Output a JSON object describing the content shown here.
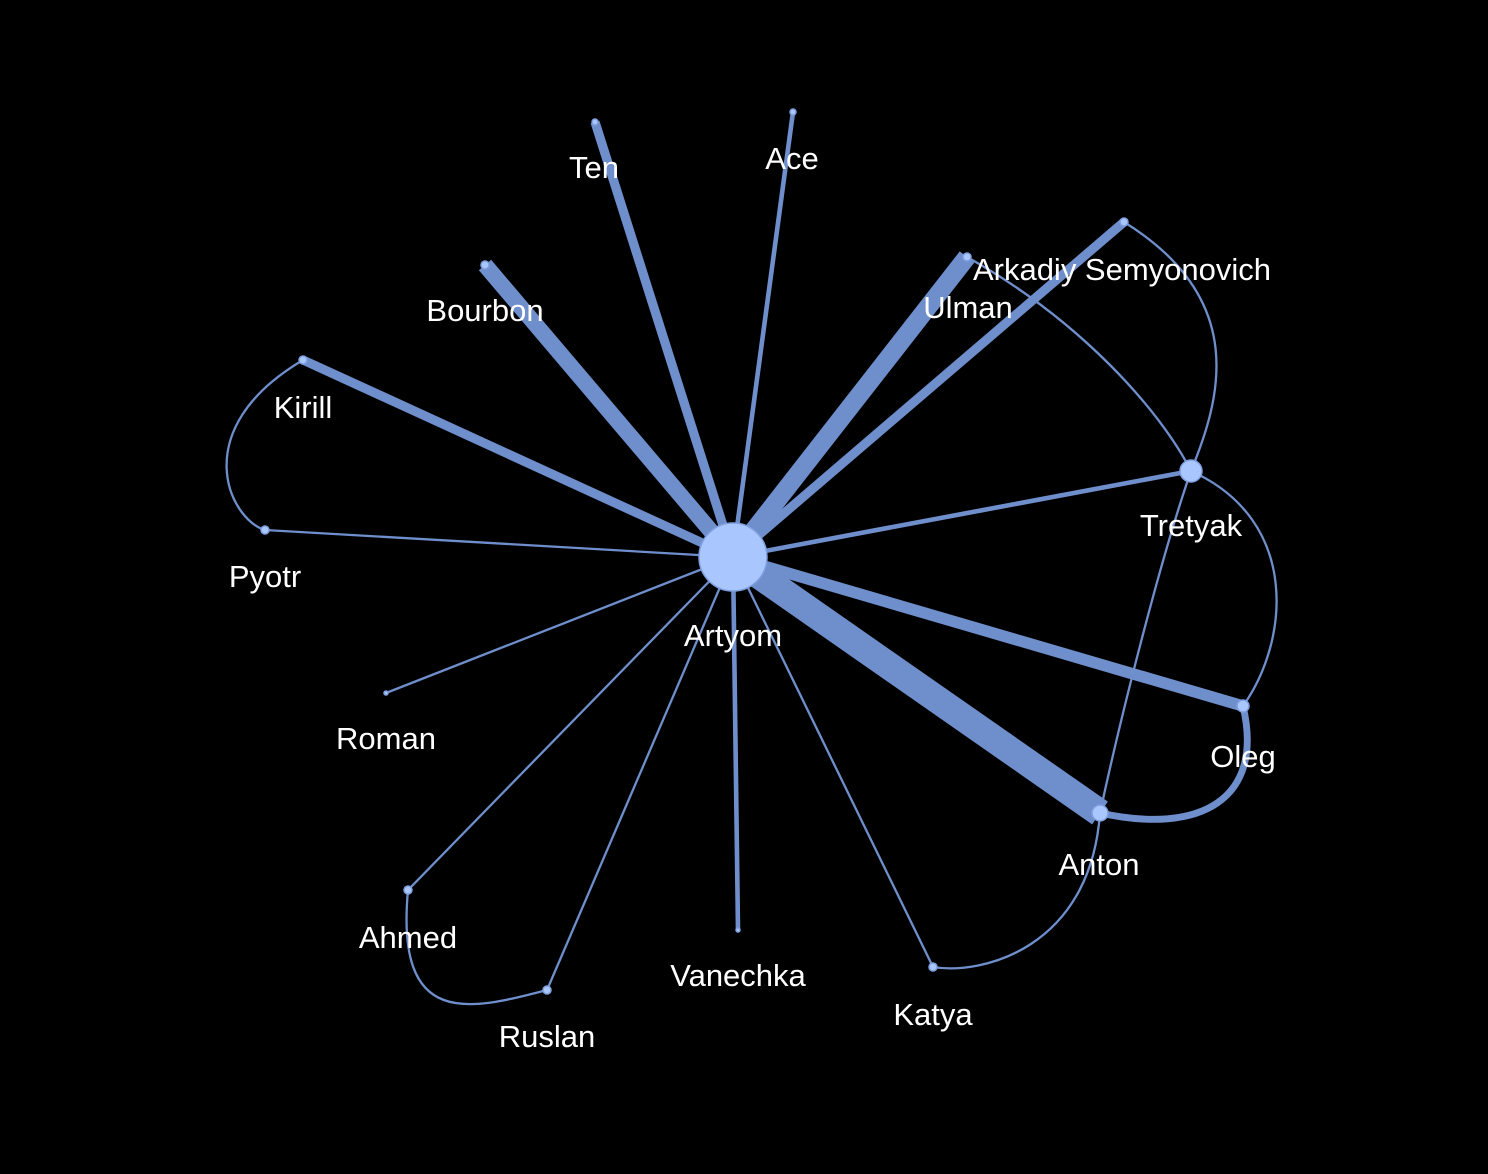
{
  "diagram": {
    "type": "network",
    "background": "#000000",
    "edge_color": "#6f8fcc",
    "node_color": "#a9c6ff",
    "label_color": "#ffffff",
    "nodes": [
      {
        "id": "artyom",
        "label": "Artyom"
      },
      {
        "id": "ten",
        "label": "Ten"
      },
      {
        "id": "ace",
        "label": "Ace"
      },
      {
        "id": "bourbon",
        "label": "Bourbon"
      },
      {
        "id": "ulman",
        "label": "Ulman"
      },
      {
        "id": "arkadiy",
        "label": "Arkadiy Semyonovich"
      },
      {
        "id": "kirill",
        "label": "Kirill"
      },
      {
        "id": "pyotr",
        "label": "Pyotr"
      },
      {
        "id": "tretyak",
        "label": "Tretyak"
      },
      {
        "id": "roman",
        "label": "Roman"
      },
      {
        "id": "oleg",
        "label": "Oleg"
      },
      {
        "id": "anton",
        "label": "Anton"
      },
      {
        "id": "ahmed",
        "label": "Ahmed"
      },
      {
        "id": "ruslan",
        "label": "Ruslan"
      },
      {
        "id": "vanechka",
        "label": "Vanechka"
      },
      {
        "id": "katya",
        "label": "Katya"
      }
    ],
    "edges": [
      {
        "source": "artyom",
        "target": "ten",
        "weight": 4
      },
      {
        "source": "artyom",
        "target": "ace",
        "weight": 2
      },
      {
        "source": "artyom",
        "target": "bourbon",
        "weight": 7
      },
      {
        "source": "artyom",
        "target": "ulman",
        "weight": 8
      },
      {
        "source": "artyom",
        "target": "arkadiy",
        "weight": 4
      },
      {
        "source": "artyom",
        "target": "kirill",
        "weight": 4
      },
      {
        "source": "artyom",
        "target": "pyotr",
        "weight": 1
      },
      {
        "source": "artyom",
        "target": "tretyak",
        "weight": 2
      },
      {
        "source": "artyom",
        "target": "roman",
        "weight": 1
      },
      {
        "source": "artyom",
        "target": "oleg",
        "weight": 5
      },
      {
        "source": "artyom",
        "target": "anton",
        "weight": 12
      },
      {
        "source": "artyom",
        "target": "ahmed",
        "weight": 1
      },
      {
        "source": "artyom",
        "target": "ruslan",
        "weight": 1
      },
      {
        "source": "artyom",
        "target": "vanechka",
        "weight": 2
      },
      {
        "source": "artyom",
        "target": "katya",
        "weight": 1
      },
      {
        "source": "kirill",
        "target": "pyotr",
        "weight": 1
      },
      {
        "source": "ahmed",
        "target": "ruslan",
        "weight": 1
      },
      {
        "source": "arkadiy",
        "target": "tretyak",
        "weight": 1
      },
      {
        "source": "ulman",
        "target": "tretyak",
        "weight": 1
      },
      {
        "source": "tretyak",
        "target": "oleg",
        "weight": 1
      },
      {
        "source": "tretyak",
        "target": "anton",
        "weight": 1
      },
      {
        "source": "oleg",
        "target": "anton",
        "weight": 3
      },
      {
        "source": "anton",
        "target": "katya",
        "weight": 1
      }
    ]
  }
}
